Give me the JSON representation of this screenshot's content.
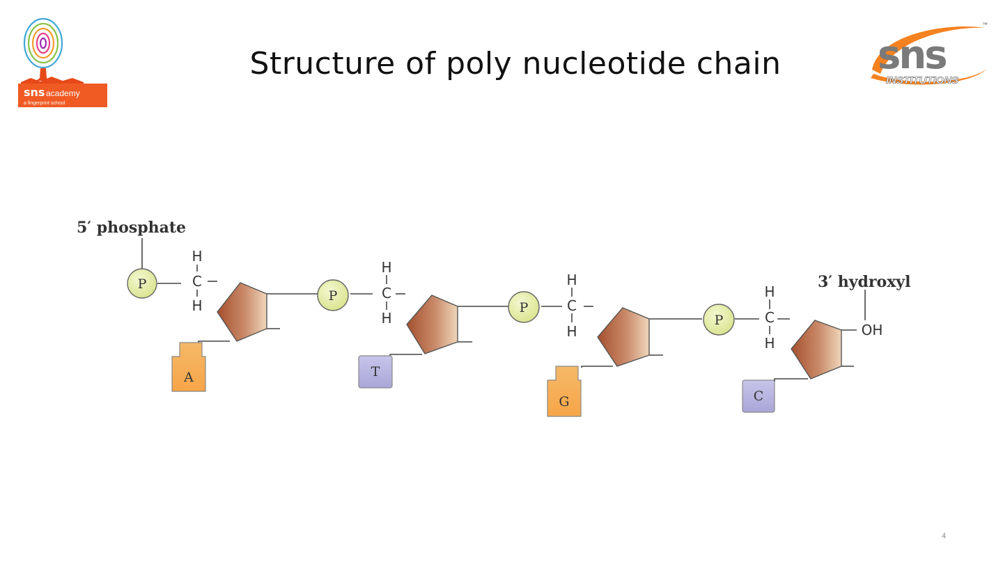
{
  "slide": {
    "title": "Structure of poly nucleotide chain",
    "page_number": "4"
  },
  "logos": {
    "left": {
      "brand": "sns",
      "name": "academy",
      "tagline": "a fingerprint school"
    },
    "right": {
      "brand": "sns",
      "name": "INSTITUTIONS",
      "trademark": "™"
    }
  },
  "diagram": {
    "label_5prime": "5′ phosphate",
    "label_3prime": "3′ hydroxyl",
    "hydroxyl": "OH",
    "phosphate_symbol": "P",
    "carbon": "C",
    "hydrogen": "H",
    "bases": [
      "A",
      "T",
      "G",
      "C"
    ],
    "colors": {
      "phosphate_fill": "#dfe9a0",
      "purine_fill": "#f6b35a",
      "pyrimidine_fill": "#b5b3dd",
      "sugar_dark": "#9c4f2f",
      "sugar_light": "#e9c7a6"
    }
  }
}
